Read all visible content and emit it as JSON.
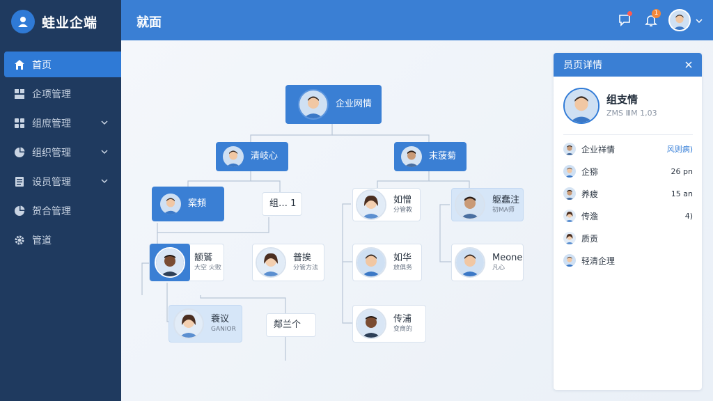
{
  "app": {
    "brand": "蛙业企端"
  },
  "header": {
    "title": "就面",
    "notif_count": "1"
  },
  "sidebar": {
    "items": [
      {
        "label": "首页",
        "icon": "home-icon",
        "active": true,
        "expandable": false
      },
      {
        "label": "企项管理",
        "icon": "grid-icon",
        "active": false,
        "expandable": false
      },
      {
        "label": "组庶管理",
        "icon": "apps-icon",
        "active": false,
        "expandable": true
      },
      {
        "label": "组织管理",
        "icon": "pie-chart-icon",
        "active": false,
        "expandable": true
      },
      {
        "label": "设员管理",
        "icon": "list-icon",
        "active": false,
        "expandable": true
      },
      {
        "label": "贺合管理",
        "icon": "pie-chart-icon",
        "active": false,
        "expandable": false
      },
      {
        "label": "管道",
        "icon": "gear-icon",
        "active": false,
        "expandable": false
      }
    ]
  },
  "org": {
    "root": {
      "name": "企业网情"
    },
    "l1_left": {
      "name": "清岐心"
    },
    "l1_right": {
      "name": "末菠菊"
    },
    "l2_a": {
      "name": "案頻"
    },
    "l2_b": {
      "name": "组… 1"
    },
    "l2_c": {
      "name": "如憎",
      "sub": "分管教"
    },
    "l2_d": {
      "name": "躯蠢注",
      "sub": "初MA师"
    },
    "l3_a": {
      "name": "颛鷲",
      "sub": "大空 火败"
    },
    "l3_b": {
      "name": "普挨",
      "sub": "分管方法"
    },
    "l3_c": {
      "name": "如华",
      "sub": "放俱务"
    },
    "l3_d": {
      "name": "Meone",
      "sub": "凡心"
    },
    "l4_a": {
      "name": "蓑议",
      "sub": "GANIOR"
    },
    "l4_b": {
      "name": "鄰兰个"
    },
    "l4_c": {
      "name": "传浦",
      "sub": "变商的"
    }
  },
  "panel": {
    "title": "员页详情",
    "profile": {
      "name": "组支情",
      "sub": "ZMS ⅢM 1,03"
    },
    "rows": [
      {
        "label": "企业祥情",
        "value": "风则病)"
      },
      {
        "label": "企猕",
        "value": "26 pn"
      },
      {
        "label": "养疲",
        "value": "15 an"
      },
      {
        "label": "传澹",
        "value": "4)"
      },
      {
        "label": "质贡",
        "value": ""
      },
      {
        "label": "轻清企理",
        "value": ""
      }
    ]
  },
  "colors": {
    "sidebar": "#1f3a5f",
    "header": "#3a7fd4",
    "accent": "#2f7ad6",
    "node_light": "#d6e6f8"
  }
}
